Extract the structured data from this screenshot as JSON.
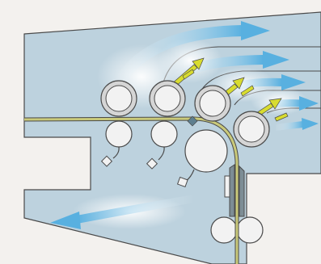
{
  "figure": {
    "kind": "schematic",
    "text_labels": []
  },
  "colors": {
    "background": "#f3f1ee",
    "machine_body": "#bdd2de",
    "machine_outline": "#4a4a4a",
    "chamber_top": "#f7f7f7",
    "airflow_arrow": "#58b0e0",
    "airflow_glow": "#ffffff",
    "web_strand": "#c9c97a",
    "roller_fill": "#f2f2f2",
    "roller_ring": "#c8c8c8",
    "sensor_arrow": "#d8dc30",
    "nozzle": "#5f7f8f"
  },
  "components": {
    "main_rollers": 4,
    "lower_rollers": 3,
    "feed_rollers": 2,
    "airflow_arrows": 5
  }
}
